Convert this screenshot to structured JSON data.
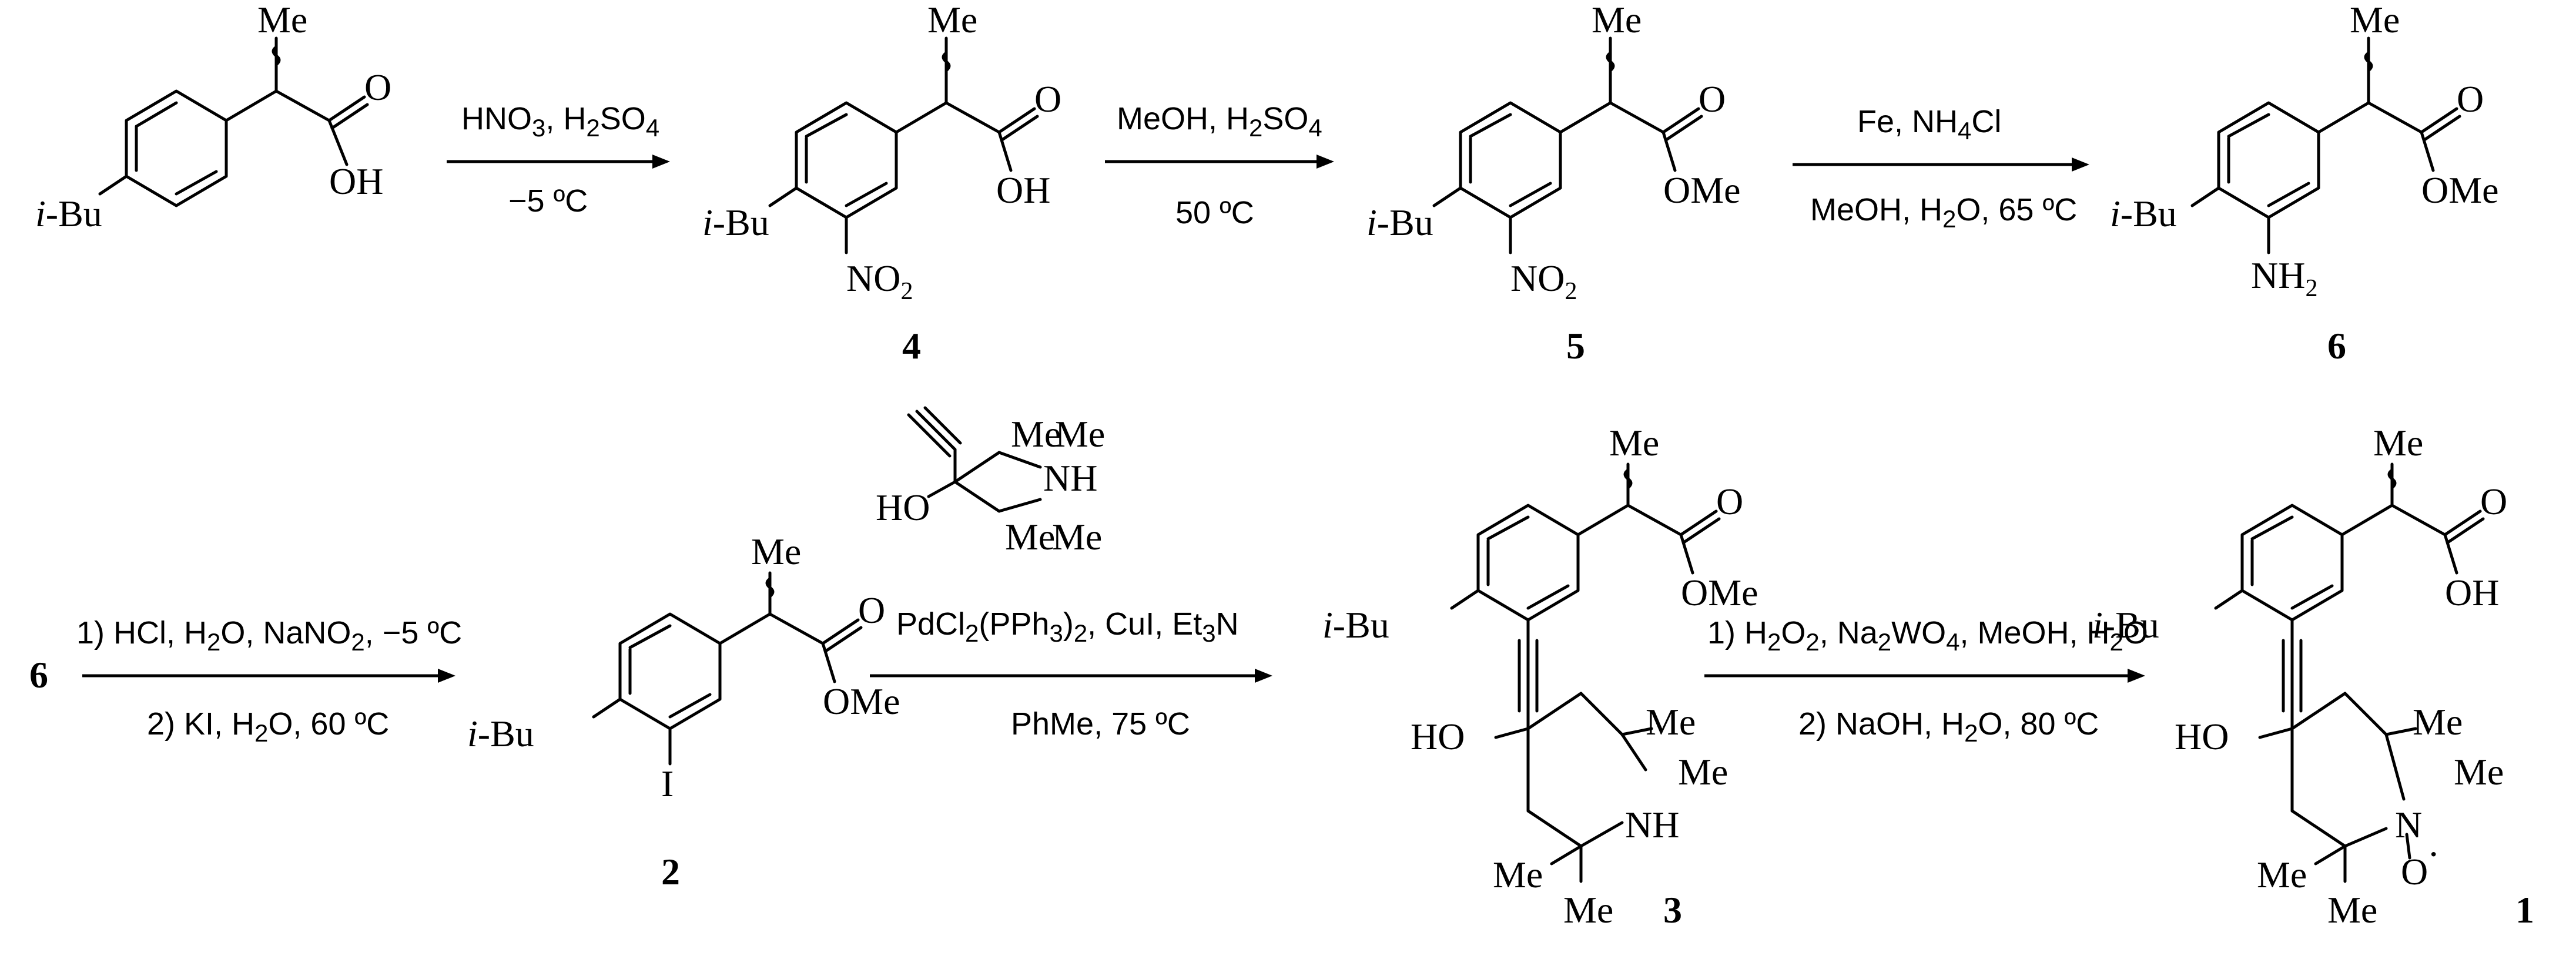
{
  "scheme": {
    "labels": {
      "me": "Me",
      "oh": "OH",
      "o": "O",
      "ome": "OMe",
      "ibu_i": "i",
      "ibu_rest": "-Bu",
      "no2_main": "NO",
      "no2_sub": "2",
      "nh2_main": "NH",
      "nh2_sub": "2",
      "iodo": "I",
      "ho": "HO",
      "nh": "NH",
      "n": "N",
      "o_radical": "O",
      "radical_dot": "·",
      "six_start": "6"
    },
    "compounds": [
      "4",
      "5",
      "6",
      "2",
      "3",
      "1"
    ],
    "conditions": {
      "step1_top": [
        "HNO",
        "3",
        ", H",
        "2",
        "SO",
        "4"
      ],
      "step1_bottom": "−5 ºC",
      "step2_top": [
        "MeOH, H",
        "2",
        "SO",
        "4"
      ],
      "step2_bottom": "50 ºC",
      "step3_top": [
        "Fe, NH",
        "4",
        "Cl"
      ],
      "step3_bottom": [
        "MeOH, H",
        "2",
        "O, 65 ºC"
      ],
      "step4_top": [
        "1) HCl, H",
        "2",
        "O, NaNO",
        "2",
        ", −5 ºC"
      ],
      "step4_bottom": [
        "2) KI, H",
        "2",
        "O, 60 ºC"
      ],
      "step5_reagent": [
        "PdCl",
        "2",
        "(PPh",
        "3",
        ")",
        "2",
        ", CuI, Et",
        "3",
        "N"
      ],
      "step5_bottom": "PhMe, 75 ºC",
      "step6_top": [
        "1) H",
        "2",
        "O",
        "2",
        ", Na",
        "2",
        "WO",
        "4",
        ", MeOH, H",
        "2",
        "O"
      ],
      "step6_bottom": [
        "2) NaOH, H",
        "2",
        "O, 80 ºC"
      ]
    }
  }
}
